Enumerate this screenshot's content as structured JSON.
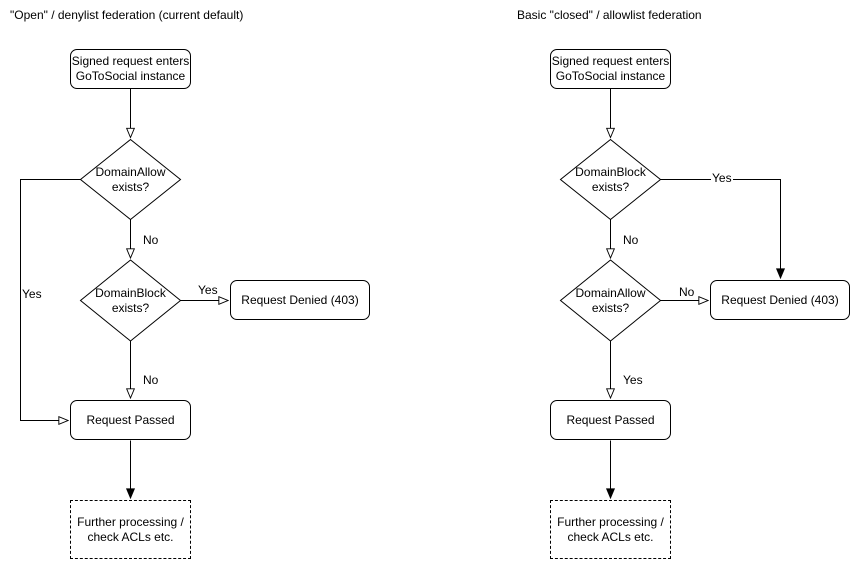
{
  "colors": {
    "stroke": "#000000",
    "text": "#000000",
    "background": "#ffffff",
    "shape_fill": "#ffffff"
  },
  "left": {
    "title": "\"Open\" / denylist federation (current default)",
    "nodes": {
      "start": "Signed request enters\nGoToSocial instance",
      "decision1": "DomainAllow\nexists?",
      "decision2": "DomainBlock\nexists?",
      "denied": "Request Denied (403)",
      "passed": "Request Passed",
      "further": "Further processing /\ncheck ACLs etc."
    },
    "labels": {
      "decision1_yes": "Yes",
      "decision1_no": "No",
      "decision2_yes": "Yes",
      "decision2_no": "No"
    }
  },
  "right": {
    "title": "Basic \"closed\" / allowlist federation",
    "nodes": {
      "start": "Signed request enters\nGoToSocial instance",
      "decision1": "DomainBlock\nexists?",
      "decision2": "DomainAllow\nexists?",
      "denied": "Request Denied (403)",
      "passed": "Request Passed",
      "further": "Further processing /\ncheck ACLs etc."
    },
    "labels": {
      "decision1_yes": "Yes",
      "decision1_no": "No",
      "decision2_no": "No",
      "decision2_yes": "Yes"
    }
  }
}
